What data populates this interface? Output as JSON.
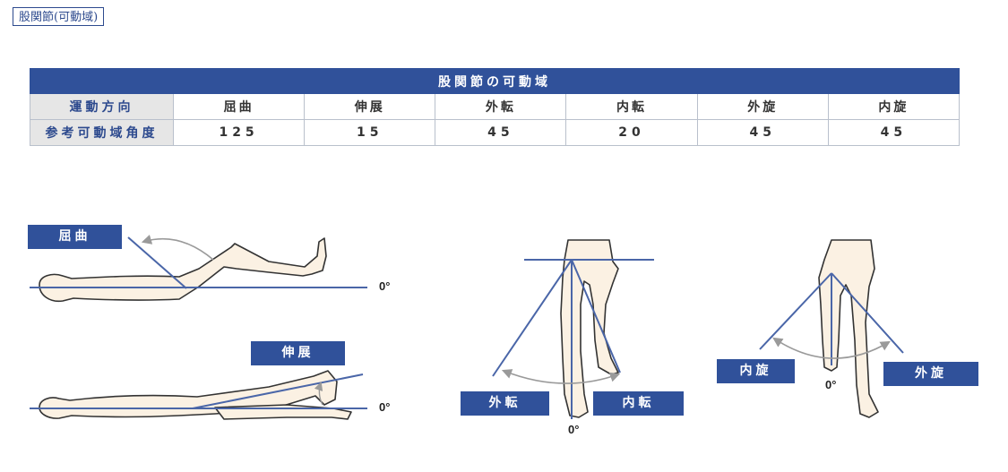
{
  "page_tag": "股関節(可動域)",
  "table": {
    "title": "股関節の可動域",
    "row_headers": [
      "運動方向",
      "参考可動域角度"
    ],
    "columns": [
      "屈曲",
      "伸展",
      "外転",
      "内転",
      "外旋",
      "内旋"
    ],
    "angles": [
      "125",
      "15",
      "45",
      "20",
      "45",
      "45"
    ]
  },
  "figures": {
    "flexion_label": "屈曲",
    "extension_label": "伸展",
    "abduction_label": "外転",
    "adduction_label": "内転",
    "internal_rotation_label": "内旋",
    "external_rotation_label": "外旋",
    "zero_degree": "0°"
  },
  "colors": {
    "accent": "#30519a",
    "skin": "#fbf1e3",
    "outline": "#333333",
    "reference_line": "#4a66a8",
    "arrow": "#9a9a9a"
  }
}
